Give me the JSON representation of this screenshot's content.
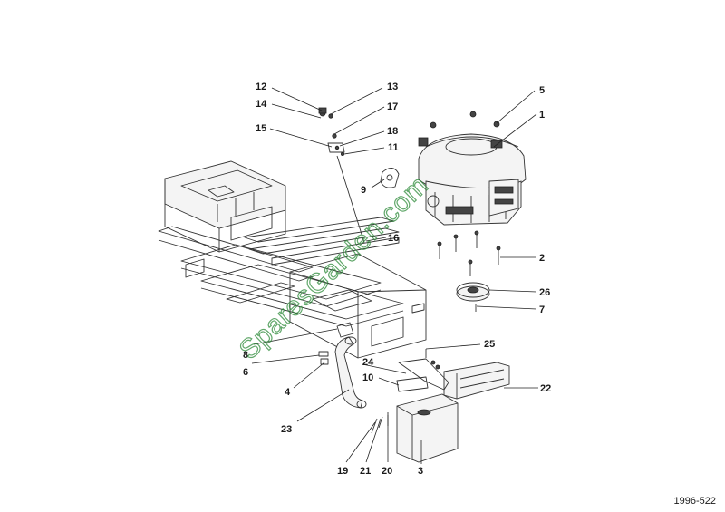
{
  "diagram": {
    "reference": "1996-522",
    "watermark": "SparesGarden.com",
    "callouts": [
      {
        "id": "1",
        "label": "1"
      },
      {
        "id": "2",
        "label": "2"
      },
      {
        "id": "3",
        "label": "3"
      },
      {
        "id": "4",
        "label": "4"
      },
      {
        "id": "5",
        "label": "5"
      },
      {
        "id": "6",
        "label": "6"
      },
      {
        "id": "7",
        "label": "7"
      },
      {
        "id": "8",
        "label": "8"
      },
      {
        "id": "9",
        "label": "9"
      },
      {
        "id": "10",
        "label": "10"
      },
      {
        "id": "11",
        "label": "11"
      },
      {
        "id": "12",
        "label": "12"
      },
      {
        "id": "13",
        "label": "13"
      },
      {
        "id": "14",
        "label": "14"
      },
      {
        "id": "15",
        "label": "15"
      },
      {
        "id": "16",
        "label": "16"
      },
      {
        "id": "17",
        "label": "17"
      },
      {
        "id": "18",
        "label": "18"
      },
      {
        "id": "19",
        "label": "19"
      },
      {
        "id": "20",
        "label": "20"
      },
      {
        "id": "21",
        "label": "21"
      },
      {
        "id": "22",
        "label": "22"
      },
      {
        "id": "23",
        "label": "23"
      },
      {
        "id": "24",
        "label": "24"
      },
      {
        "id": "25",
        "label": "25"
      },
      {
        "id": "26",
        "label": "26"
      }
    ]
  }
}
